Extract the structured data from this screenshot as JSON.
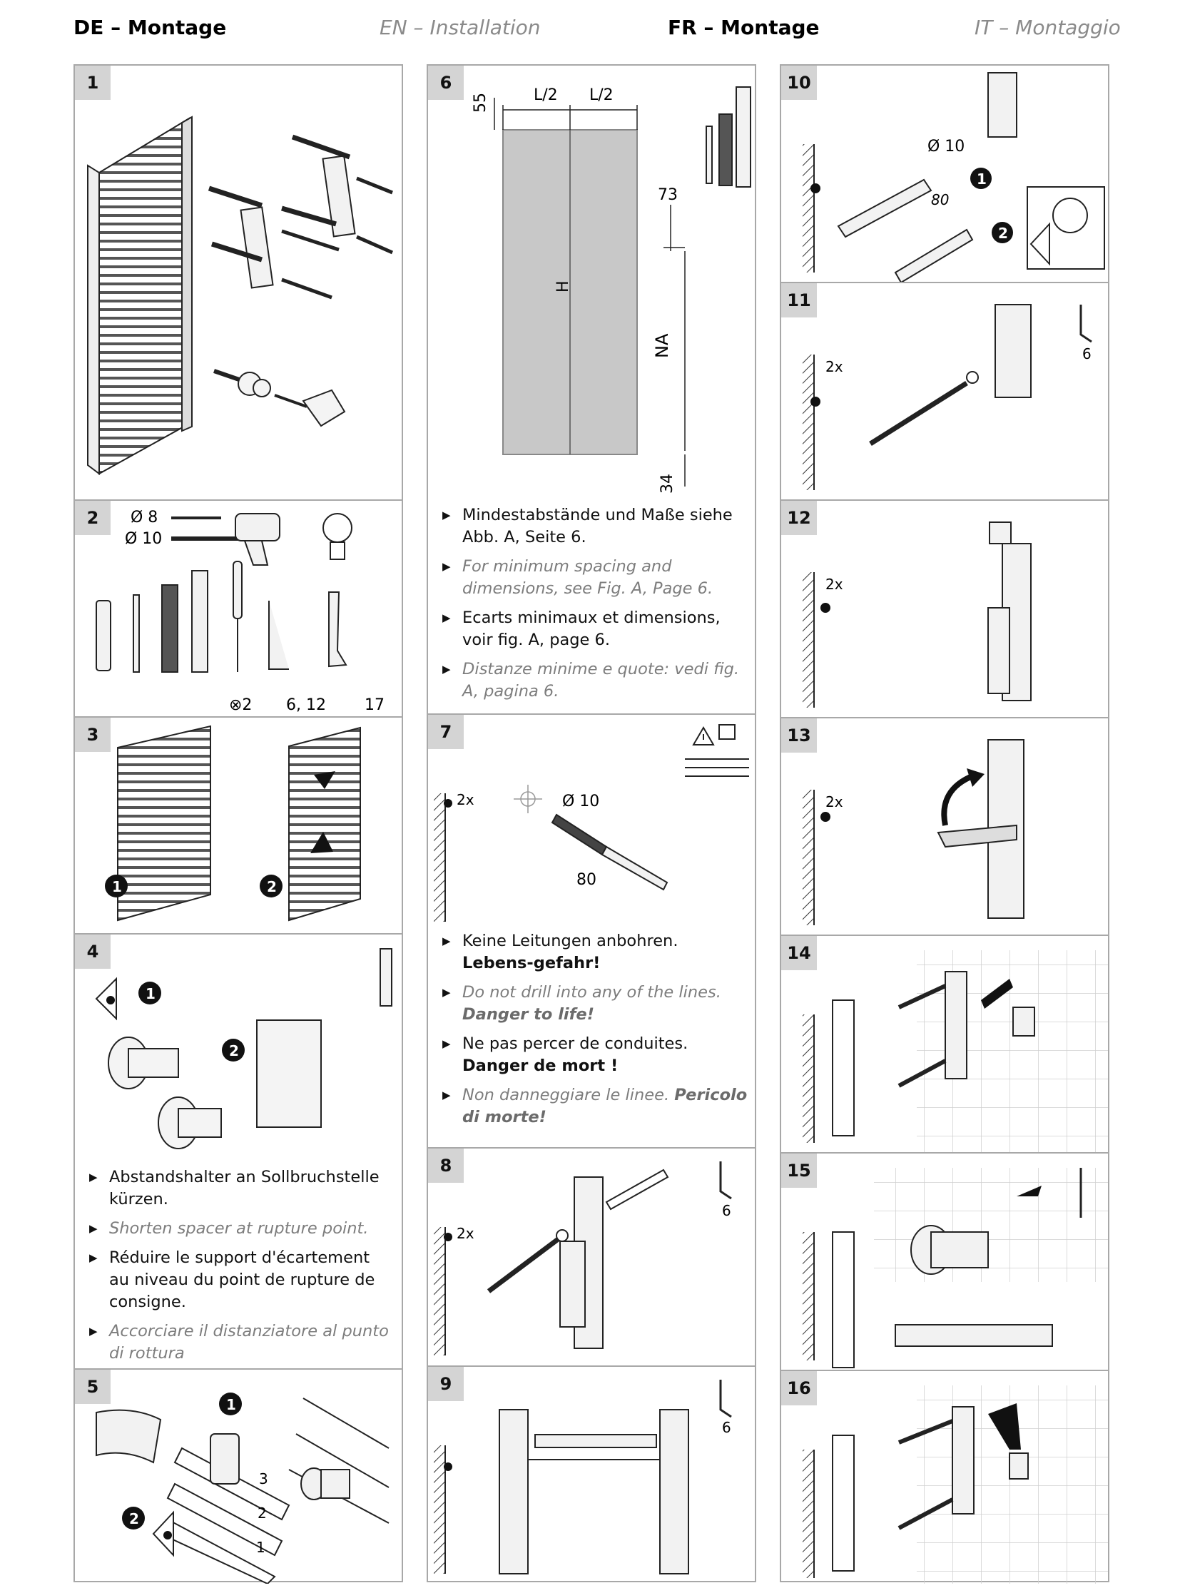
{
  "headers": {
    "de": "DE – Montage",
    "en": "EN – Installation",
    "fr": "FR – Montage",
    "it": "IT – Montaggio"
  },
  "steps": {
    "s1": {
      "num": "1"
    },
    "s2": {
      "num": "2",
      "drill8": "Ø 8",
      "drill10": "Ø 10",
      "screws": "⊗2",
      "hexkey": "6, 12",
      "wrench": "17"
    },
    "s3": {
      "num": "3",
      "c1": "1",
      "c2": "2"
    },
    "s4": {
      "num": "4",
      "c1": "1",
      "c2": "2",
      "de": "Abstandshalter an Sollbruchstelle kürzen.",
      "en": "Shorten spacer at rupture point.",
      "fr": "Réduire le support d'écartement au niveau du point de rupture de consigne.",
      "it": "Accorciare il distanziatore al punto di rottura"
    },
    "s5": {
      "num": "5",
      "c1": "1",
      "c2": "2",
      "n3": "3",
      "n2": "2",
      "n1": "1"
    },
    "s6": {
      "num": "6",
      "l2a": "L/2",
      "l2b": "L/2",
      "d55": "55",
      "d73": "73",
      "h": "H",
      "na": "NA",
      "d34": "34",
      "de": "Mindestabstände und Maße siehe Abb. A, Seite 6.",
      "en": "For minimum spacing and dimensions, see Fig. A, Page 6.",
      "fr": "Ecarts minimaux et dimensions, voir fig. A, page 6.",
      "it": "Distanze minime e quote: vedi fig. A, pagina 6."
    },
    "s7": {
      "num": "7",
      "x2": "2x",
      "d10": "Ø 10",
      "d80": "80",
      "de_a": "Keine Leitungen anbohren. ",
      "de_b": "Lebens-gefahr!",
      "en_a": "Do not drill into any of the lines. ",
      "en_b": "Danger to life!",
      "fr_a": "Ne pas percer de conduites. ",
      "fr_b": "Danger de mort !",
      "it_a": "Non danneggiare le linee. ",
      "it_b": "Pericolo di morte!"
    },
    "s8": {
      "num": "8",
      "x2": "2x",
      "six": "6"
    },
    "s9": {
      "num": "9",
      "six": "6"
    },
    "s10": {
      "num": "10",
      "d10": "Ø 10",
      "d80": "80",
      "c1": "1",
      "c2": "2"
    },
    "s11": {
      "num": "11",
      "x2": "2x",
      "six": "6"
    },
    "s12": {
      "num": "12",
      "x2": "2x"
    },
    "s13": {
      "num": "13",
      "x2": "2x"
    },
    "s14": {
      "num": "14"
    },
    "s15": {
      "num": "15"
    },
    "s16": {
      "num": "16"
    }
  }
}
